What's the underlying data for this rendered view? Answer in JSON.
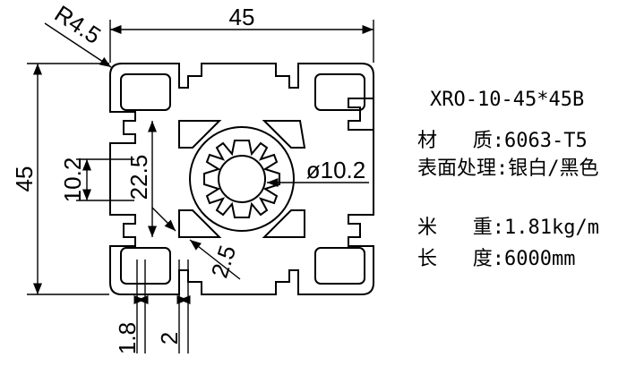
{
  "drawing": {
    "dimensions": {
      "width_top": "45",
      "height_left": "45",
      "corner_radius": "R4.5",
      "slot_width": "10.2",
      "inner_height": "22.5",
      "center_bore": "ø10.2",
      "wall_thickness_diag": "2.5",
      "lip_thickness": "1.8",
      "lip_gap": "2"
    }
  },
  "specs": {
    "model": "XRO-10-45*45B",
    "material": "材   质:6063-T5",
    "surface": "表面处理:银白/黑色",
    "weight": "米   重:1.81kg/m",
    "length": "长   度:6000mm"
  }
}
